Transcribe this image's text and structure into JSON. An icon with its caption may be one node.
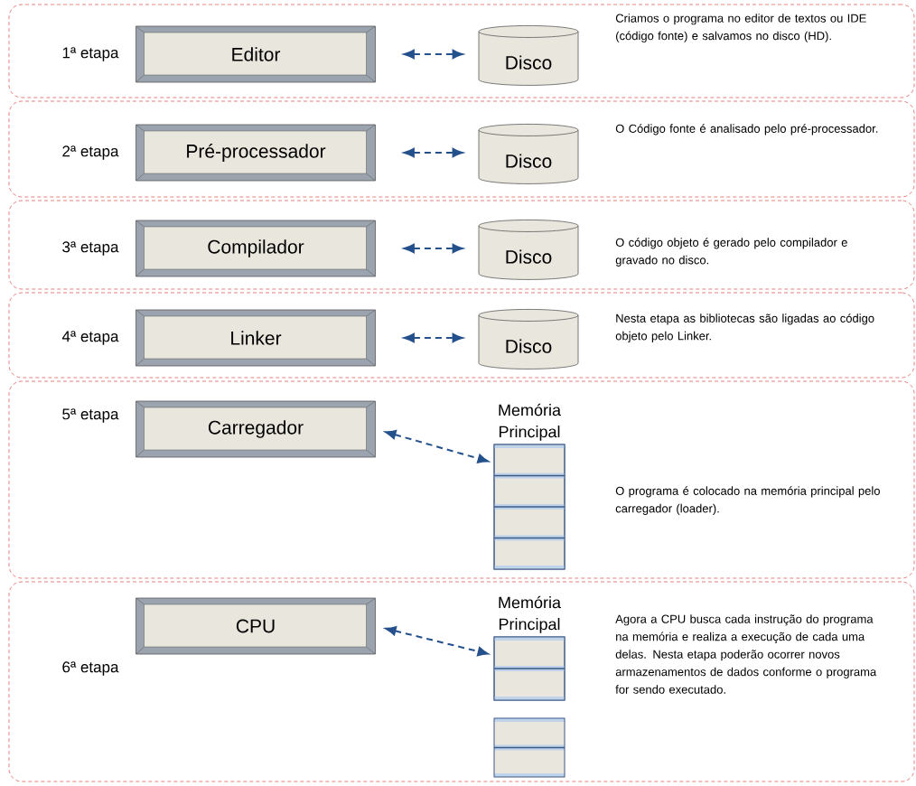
{
  "diagram": {
    "nodes": [
      {
        "text": [
          "1ª etapa",
          "Criamos o programa no editor de textos ou IDE (código fonte) e salvamos no disco (HD)."
        ]
      },
      {
        "text": [
          "Editor"
        ],
        "in": 0
      },
      {
        "text": [
          "Disco"
        ],
        "in": 0
      },
      {
        "text": [
          "2ª etapa",
          "O Código fonte é analisado pelo pré-processador."
        ]
      },
      {
        "text": [
          "Pré-processador"
        ],
        "in": 3
      },
      {
        "text": [
          "Disco"
        ],
        "in": 3
      },
      {
        "text": [
          "3ª etapa",
          "O código objeto é gerado pelo compilador e gravado no disco."
        ]
      },
      {
        "text": [
          "Compilador"
        ],
        "in": 6
      },
      {
        "text": [
          "Disco"
        ],
        "in": 6
      },
      {
        "text": [
          "4ª etapa",
          "Nesta etapa  as bibliotecas são ligadas ao código objeto pelo Linker."
        ]
      },
      {
        "text": [
          "Linker"
        ],
        "in": 9
      },
      {
        "text": [
          "Disco"
        ],
        "in": 9
      },
      {
        "text": [
          "5ª etapa",
          "O programa é colocado na memória principal pelo  carregador (loader)."
        ]
      },
      {
        "text": [
          "Carregador"
        ],
        "in": 12
      },
      {
        "text": [
          "Memória Principal"
        ],
        "in": 12
      },
      {
        "text": [
          "6ª etapa",
          "Agora a CPU busca cada instrução do programa na memória e realiza a execução de cada uma delas. Nesta etapa poderão ocorrer novos armazenamentos de dados conforme o programa for sendo executado."
        ]
      },
      {
        "text": [
          "CPU"
        ],
        "in": 15
      },
      {
        "text": [
          "Memória Principal"
        ],
        "in": 15
      }
    ],
    "edges": [
      {
        "from": 1,
        "to": 2,
        "arrow": "both",
        "style": "dashed"
      },
      {
        "from": 4,
        "to": 5,
        "arrow": "both",
        "style": "dashed"
      },
      {
        "from": 7,
        "to": 8,
        "arrow": "both",
        "style": "dashed"
      },
      {
        "from": 10,
        "to": 11,
        "arrow": "both",
        "style": "dashed"
      },
      {
        "from": 13,
        "to": 14,
        "arrow": "both",
        "style": "dashed"
      },
      {
        "from": 16,
        "to": 17,
        "arrow": "both",
        "style": "dashed"
      }
    ]
  }
}
